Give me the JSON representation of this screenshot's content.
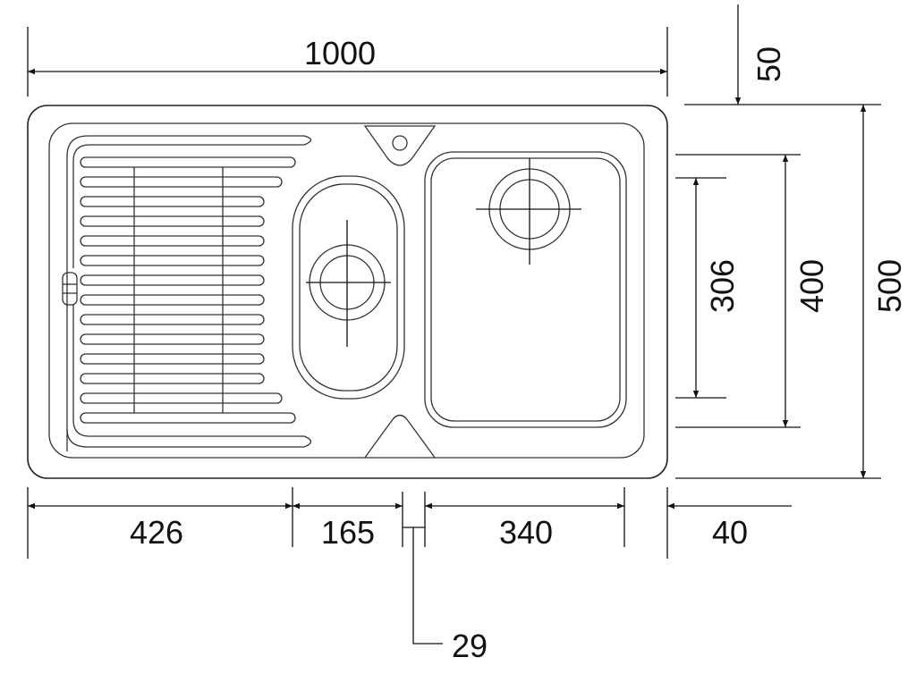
{
  "dimensions": {
    "overall_width": "1000",
    "top_offset": "50",
    "overall_depth": "500",
    "large_bowl_depth": "400",
    "small_bowl_depth": "306",
    "drainer_width": "426",
    "small_bowl_width": "165",
    "divider_width": "29",
    "large_bowl_width": "340",
    "right_rim": "40"
  }
}
